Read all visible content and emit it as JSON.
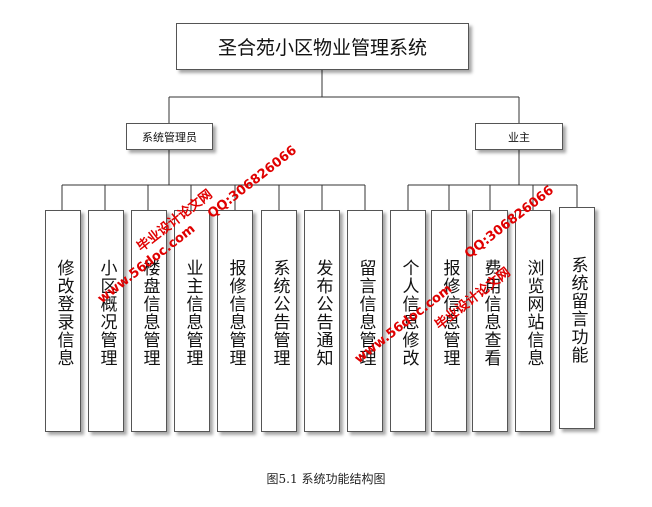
{
  "diagram": {
    "root": "圣合苑小区物业管理系统",
    "groups": [
      {
        "label": "系统管理员",
        "items": [
          "修改登录信息",
          "小区概况管理",
          "楼盘信息管理",
          "业主信息管理",
          "报修信息管理",
          "系统公告管理",
          "发布公告通知",
          "留言信息管理"
        ]
      },
      {
        "label": "业主",
        "items": [
          "个人信息修改",
          "报修信息管理",
          "费用信息查看",
          "浏览网站信息",
          "系统留言功能"
        ]
      }
    ],
    "caption": "图5.1  系统功能结构图"
  },
  "watermarks": {
    "site": "www.56doc.com",
    "brand": "毕业设计论文网",
    "qq": "QQ:306826066"
  },
  "colors": {
    "watermark": "#e00000",
    "line": "#333333"
  }
}
